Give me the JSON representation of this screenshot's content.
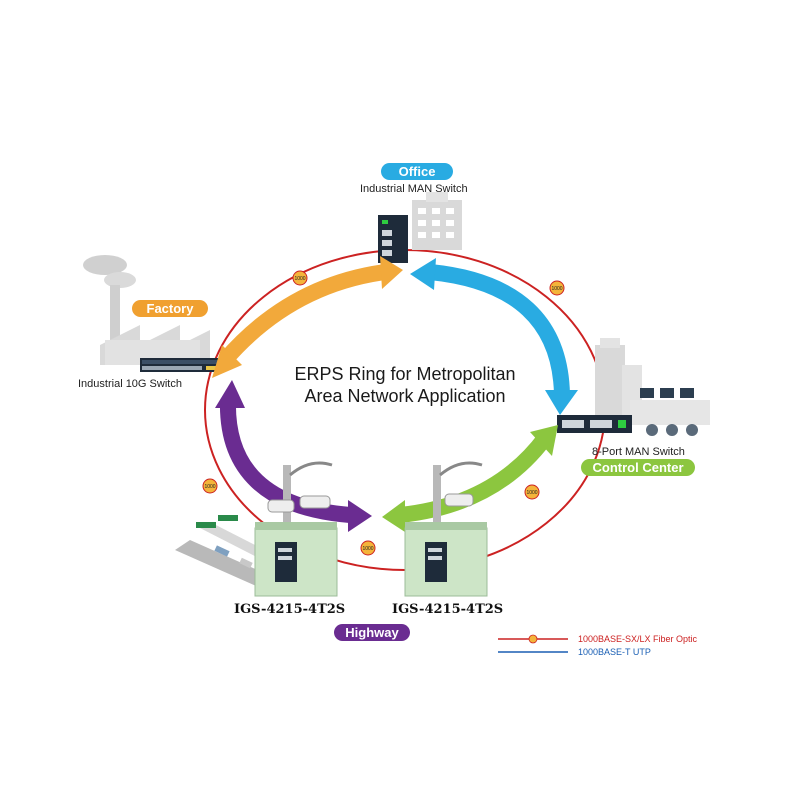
{
  "title_line1": "ERPS Ring for Metropolitan",
  "title_line2": "Area Network Application",
  "sites": {
    "office": {
      "badge": "Office",
      "caption": "Industrial MAN Switch",
      "color": "#29abe2"
    },
    "factory": {
      "badge": "Factory",
      "caption": "Industrial 10G Switch",
      "color": "#f0a030"
    },
    "control": {
      "badge": "Control Center",
      "caption": "8-Port MAN Switch",
      "color": "#8cc63f"
    },
    "highway": {
      "badge": "Highway",
      "color": "#6a2c91"
    }
  },
  "models": [
    "IGS-4215-4T2S",
    "IGS-4215-4T2S"
  ],
  "link_label": "1000",
  "legend": {
    "fiber": "1000BASE-SX/LX Fiber Optic",
    "utp": "1000BASE-T UTP",
    "fiber_color": "#cc2222",
    "utp_color": "#1a5fb4"
  },
  "arrow_colors": {
    "orange": "#f2a93b",
    "blue": "#29abe2",
    "green": "#8cc63f",
    "purple": "#6a2c91"
  }
}
